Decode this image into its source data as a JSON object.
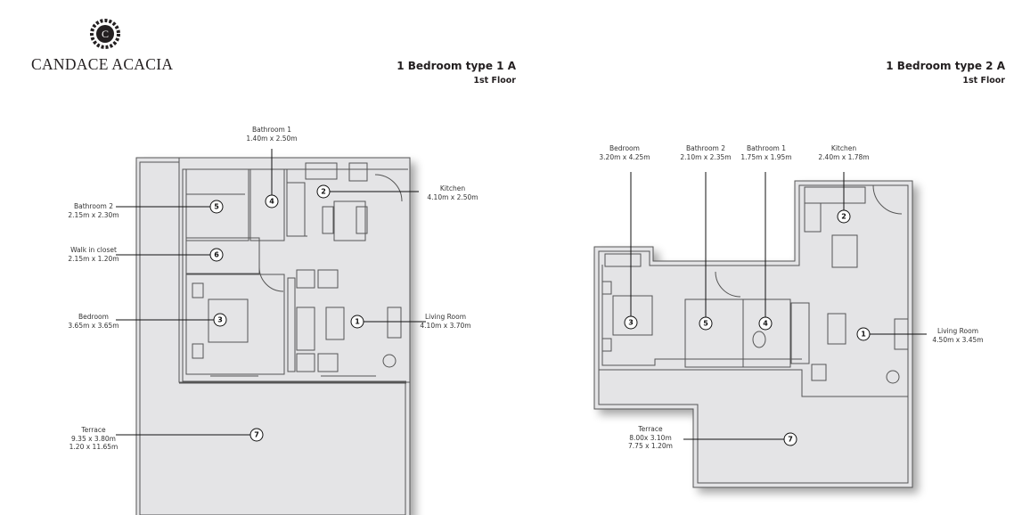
{
  "brand": {
    "name": "CANDACE ACACIA",
    "logo_letter": "C"
  },
  "plans": [
    {
      "title": "1 Bedroom type 1 A",
      "floor": "1st Floor",
      "rooms": [
        {
          "num": "1",
          "name": "Living Room",
          "size": "4.10m x 3.70m"
        },
        {
          "num": "2",
          "name": "Kitchen",
          "size": "4.10m x 2.50m"
        },
        {
          "num": "3",
          "name": "Bedroom",
          "size": "3.65m x 3.65m"
        },
        {
          "num": "4",
          "name": "Bathroom 1",
          "size": "1.40m x 2.50m"
        },
        {
          "num": "5",
          "name": "Bathroom 2",
          "size": "2.15m x 2.30m"
        },
        {
          "num": "6",
          "name": "Walk in closet",
          "size": "2.15m x 1.20m"
        },
        {
          "num": "7",
          "name": "Terrace",
          "size": "9.35 x 3.80m",
          "size2": "1.20 x 11.65m"
        }
      ]
    },
    {
      "title": "1 Bedroom type 2 A",
      "floor": "1st Floor",
      "rooms": [
        {
          "num": "1",
          "name": "Living Room",
          "size": "4.50m x 3.45m"
        },
        {
          "num": "2",
          "name": "Kitchen",
          "size": "2.40m x 1.78m"
        },
        {
          "num": "3",
          "name": "Bedroom",
          "size": "3.20m x 4.25m"
        },
        {
          "num": "4",
          "name": "Bathroom 1",
          "size": "1.75m x 1.95m"
        },
        {
          "num": "5",
          "name": "Bathroom 2",
          "size": "2.10m x 2.35m"
        },
        {
          "num": "7",
          "name": "Terrace",
          "size": "8.00x 3.10m",
          "size2": "7.75 x 1.20m"
        }
      ]
    }
  ],
  "colors": {
    "floor": "#e4e4e6",
    "wall": "#555555",
    "text": "#231f20"
  }
}
